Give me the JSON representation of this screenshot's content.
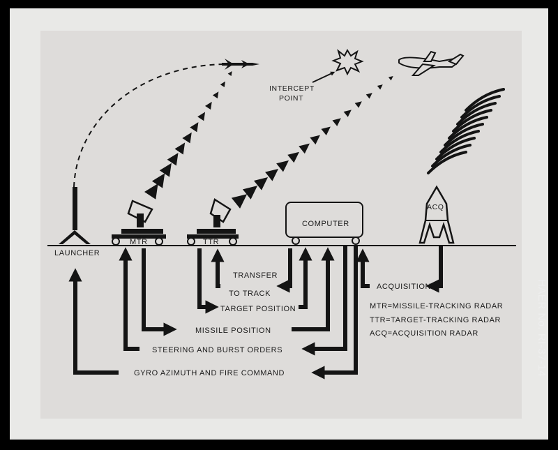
{
  "diagram": {
    "labels": {
      "launcher": "LAUNCHER",
      "mtr": "MTR",
      "ttr": "TTR",
      "computer": "COMPUTER",
      "acq": "ACQ",
      "intercept_line1": "INTERCEPT",
      "intercept_line2": "POINT",
      "transfer_line1": "TRANSFER",
      "transfer_line2": "TO TRACK",
      "target_position": "TARGET POSITION",
      "acquisition": "ACQUISITION",
      "missile_position": "MISSILE POSITION",
      "steering": "STEERING AND BURST ORDERS",
      "gyro": "GYRO AZIMUTH AND FIRE COMMAND"
    },
    "legend": [
      "MTR=MISSILE-TRACKING RADAR",
      "TTR=TARGET-TRACKING RADAR",
      "ACQ=ACQUISITION RADAR"
    ],
    "stamp": "HAER No. RI-37-14"
  },
  "colors": {
    "paper": "#e9e9e7",
    "plate": "#dcdcda",
    "ink": "#141414",
    "frame": "#000000"
  }
}
